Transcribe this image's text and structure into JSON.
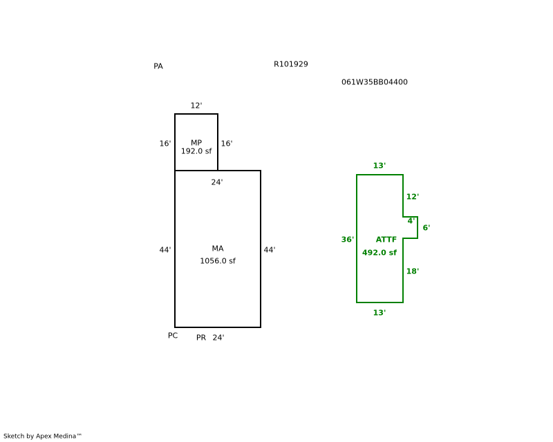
{
  "header": {
    "pa": "PA",
    "record_id": "R101929",
    "parcel_id": "061W35BB04400"
  },
  "colors": {
    "main": "#000000",
    "attached": "#008000"
  },
  "areas": [
    {
      "code": "MP",
      "area": "192.0 sf",
      "dims": {
        "top": "12'",
        "left": "16'",
        "right": "16'"
      }
    },
    {
      "code": "MA",
      "area": "1056.0 sf",
      "dims": {
        "top": "24'",
        "left": "44'",
        "right": "44'",
        "bottom": "24'"
      }
    },
    {
      "code": "ATTF",
      "area": "492.0 sf",
      "dims": {
        "top": "13'",
        "left": "36'",
        "right_upper": "12'",
        "notch_top": "4'",
        "notch_side": "6'",
        "right_lower": "18'",
        "bottom": "13'"
      }
    }
  ],
  "labels": {
    "pc": "PC",
    "pr": "PR"
  },
  "footer": "Sketch by Apex Medina™"
}
